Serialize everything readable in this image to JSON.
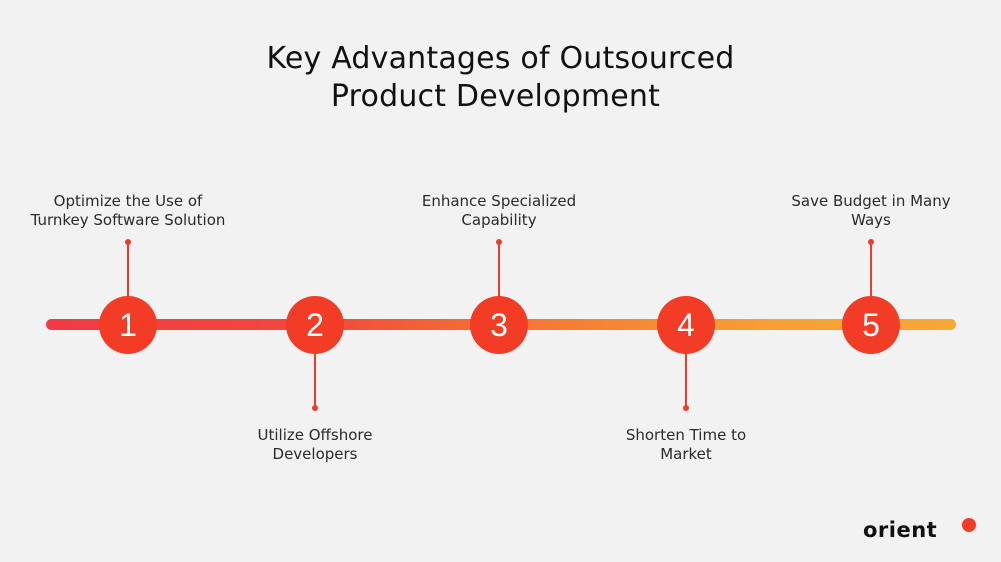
{
  "title": {
    "line1": "Key Advantages of Outsourced",
    "line2": "Product Development"
  },
  "steps": [
    {
      "number": "1",
      "label_line1": "Optimize the Use of",
      "label_line2": "Turnkey Software Solution",
      "position": "top"
    },
    {
      "number": "2",
      "label_line1": "Utilize Offshore",
      "label_line2": "Developers",
      "position": "bottom"
    },
    {
      "number": "3",
      "label_line1": "Enhance Specialized",
      "label_line2": "Capability",
      "position": "top"
    },
    {
      "number": "4",
      "label_line1": "Shorten Time to",
      "label_line2": "Market",
      "position": "bottom"
    },
    {
      "number": "5",
      "label_line1": "Save Budget in Many",
      "label_line2": "Ways",
      "position": "top"
    }
  ],
  "colors": {
    "accent": "#f23c25",
    "track_start": "#f03a46",
    "track_end": "#f8a636",
    "background": "#f2f2f2"
  },
  "brand": {
    "logo_text": "orient"
  }
}
